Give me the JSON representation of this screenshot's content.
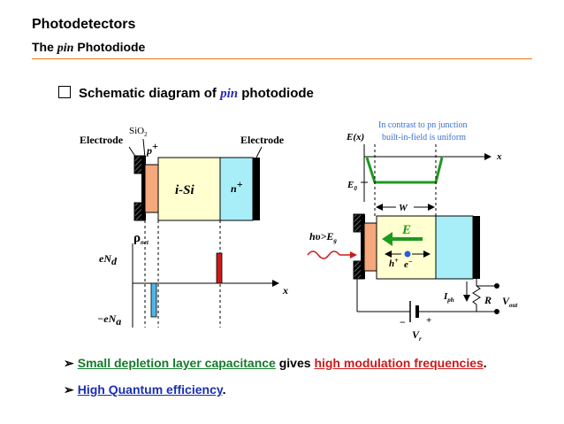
{
  "header": {
    "title": "Photodetectors",
    "subtitle_prefix": "The ",
    "subtitle_em": "pin",
    "subtitle_suffix": " Photodiode"
  },
  "section": {
    "heading_prefix": "Schematic diagram of ",
    "heading_em": "pin",
    "heading_suffix": " photodiode"
  },
  "diagram_left": {
    "sio2_label": "SiO",
    "sio2_sub": "2",
    "electrode_left": "Electrode",
    "electrode_right": "Electrode",
    "p_label": "p",
    "p_sup": "+",
    "isi_label": "i-Si",
    "n_label": "n",
    "n_sup": "+",
    "rho_label": "ρ",
    "rho_sub": "net",
    "end_label": "eN",
    "end_sub": "d",
    "ena_label": "−eN",
    "ena_sub": "a",
    "x_label": "x"
  },
  "diagram_right": {
    "note_line1": "In contrast to pn junction",
    "note_line2": "built-in-field is uniform",
    "ex_label": "E(x)",
    "x_label": "x",
    "e0_label": "E",
    "e0_sub": "0",
    "w_label": "W",
    "hv_label": "hυ>E",
    "hv_sub": "g",
    "e_label": "E",
    "h_label": "h",
    "h_sup": "+",
    "e_minus_label": "e",
    "e_minus_sup": "−",
    "iph_label": "I",
    "iph_sub": "ph",
    "r_label": "R",
    "vout_label": "V",
    "vout_sub": "out",
    "minus_label": "−",
    "plus_label": "+",
    "vr_label": "V",
    "vr_sub": "r"
  },
  "bullets": [
    {
      "part1": "Small depletion layer capacitance",
      "part2": " gives ",
      "part3": "high modulation frequencies",
      "part4": "."
    },
    {
      "part1": "High Quantum efficiency",
      "part2": "."
    }
  ],
  "colors": {
    "accent_rule": "#e07b0a",
    "p_region": "#f4a87c",
    "i_region": "#ffffd0",
    "n_region": "#a8eef8",
    "field_curve": "#1e9a1e",
    "charge_positive": "#cc1a1a",
    "charge_negative": "#4ab8e8"
  }
}
